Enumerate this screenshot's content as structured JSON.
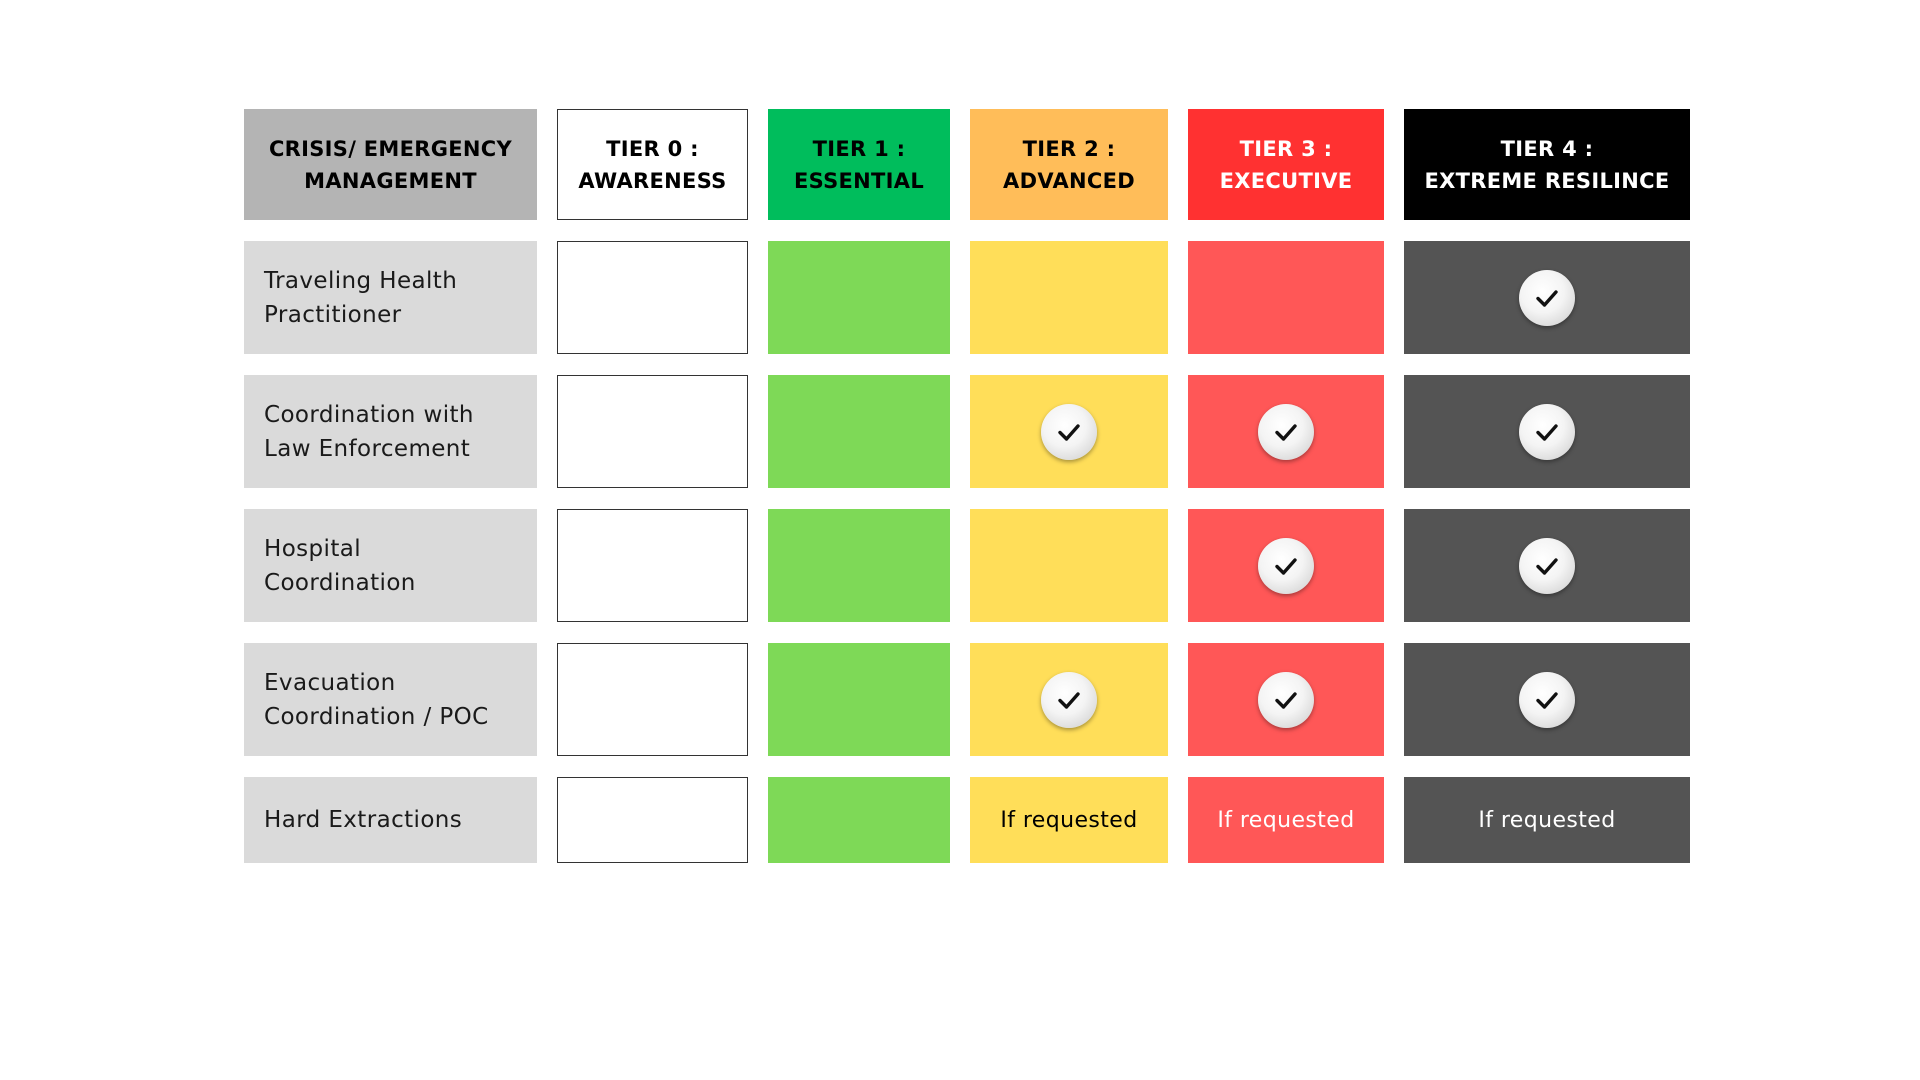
{
  "colors": {
    "row_label_bg": "#dadada",
    "header_label_bg": "#b4b4b4",
    "tier0_bg": "#ffffff",
    "tier0_border": "#333333",
    "tier1_header": "#00bd5c",
    "tier1_cell": "#7ed957",
    "tier2_header": "#ffbd59",
    "tier2_cell": "#ffde59",
    "tier3_header": "#ff3131",
    "tier3_cell": "#ff5757",
    "tier4_header": "#000000",
    "tier4_cell": "#545454"
  },
  "table": {
    "corner_header": "CRISIS/ EMERGENCY\nMANAGEMENT",
    "tiers": [
      {
        "id": "tier0",
        "label": "TIER 0 :\nAWARENESS",
        "header_bg": "#ffffff",
        "header_text": "#000000",
        "cell_bg": "#ffffff",
        "cell_text": "#000000",
        "outlined": true
      },
      {
        "id": "tier1",
        "label": "TIER 1 :\nESSENTIAL",
        "header_bg": "#00bd5c",
        "header_text": "#000000",
        "cell_bg": "#7ed957",
        "cell_text": "#000000",
        "outlined": false
      },
      {
        "id": "tier2",
        "label": "TIER 2 :\nADVANCED",
        "header_bg": "#ffbd59",
        "header_text": "#000000",
        "cell_bg": "#ffde59",
        "cell_text": "#000000",
        "outlined": false
      },
      {
        "id": "tier3",
        "label": "TIER 3 :\nEXECUTIVE",
        "header_bg": "#ff3131",
        "header_text": "#ffffff",
        "cell_bg": "#ff5757",
        "cell_text": "#ffffff",
        "outlined": false
      },
      {
        "id": "tier4",
        "label": "TIER 4 :\nEXTREME RESILINCE",
        "header_bg": "#000000",
        "header_text": "#ffffff",
        "cell_bg": "#545454",
        "cell_text": "#ffffff",
        "outlined": false
      }
    ],
    "rows": [
      {
        "label": "Traveling Health\nPractitioner",
        "cells": [
          "",
          "",
          "",
          "",
          "check"
        ]
      },
      {
        "label": "Coordination with\nLaw Enforcement",
        "cells": [
          "",
          "",
          "check",
          "check",
          "check"
        ]
      },
      {
        "label": "Hospital\nCoordination",
        "cells": [
          "",
          "",
          "",
          "check",
          "check"
        ]
      },
      {
        "label": "Evacuation\nCoordination / POC",
        "cells": [
          "",
          "",
          "check",
          "check",
          "check"
        ]
      },
      {
        "label": "Hard Extractions",
        "cells": [
          "",
          "",
          "If requested",
          "If requested",
          "If requested"
        ]
      }
    ],
    "check_icon": "checkmark-icon"
  }
}
